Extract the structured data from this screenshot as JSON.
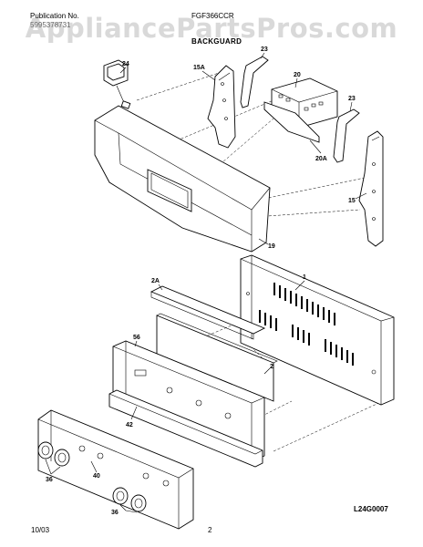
{
  "header": {
    "publication_label": "Publication No.",
    "publication_number": "5995378731",
    "model": "FGF366CCR",
    "section": "BACKGUARD"
  },
  "watermark": "AppliancePartsPros.com",
  "footer": {
    "date": "10/03",
    "page": "2"
  },
  "diagram_code": "L24G0007",
  "callouts": [
    "24",
    "23",
    "15A",
    "20",
    "23",
    "20A",
    "15",
    "19",
    "1",
    "2A",
    "56",
    "2",
    "42",
    "36",
    "40",
    "36"
  ]
}
